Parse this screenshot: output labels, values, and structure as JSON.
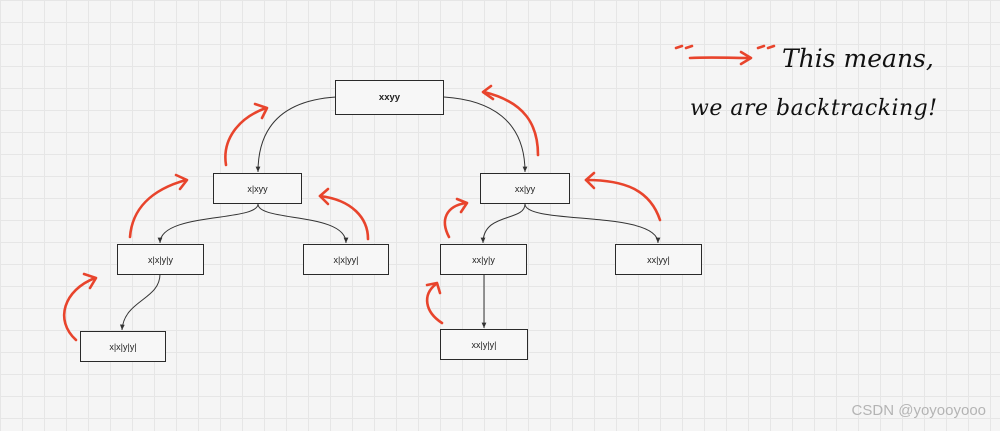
{
  "nodes": {
    "root": "xxyy",
    "l1_left": "x|xyy",
    "l1_right": "xx|yy",
    "l2_a": "x|x|y|y",
    "l2_b": "x|x|yy|",
    "l2_c": "xx|y|y",
    "l2_d": "xx|yy|",
    "l3_a": "x|x|y|y|",
    "l3_b": "xx|y|y|"
  },
  "legend": {
    "line1": "This means,",
    "line2": "we are backtracking!"
  },
  "watermark": "CSDN @yoyooyooo",
  "colors": {
    "backtrack_arrow": "#e8442c",
    "edge": "#333333",
    "node_border": "#2a2a2a"
  }
}
